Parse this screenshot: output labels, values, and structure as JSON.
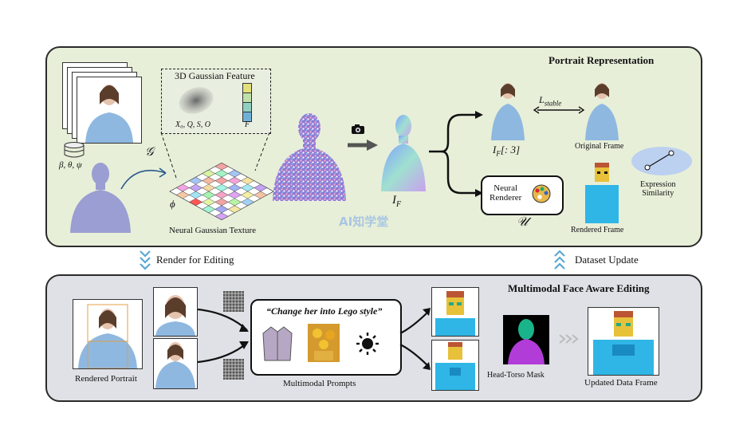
{
  "top_panel": {
    "title": "Portrait Representation",
    "params_label": "β, θ, ψ",
    "g_symbol": "𝒢",
    "gaussian_feature_title": "3D Gaussian Feature",
    "gaussian_feature_vars": "X₀, Q, S, O",
    "feature_symbol": "F",
    "phi_symbol": "ϕ",
    "texture_label": "Neural Gaussian Texture",
    "render_output_symbol": "I_F",
    "stable_loss": "L_stable",
    "subset_label": "I_F[: 3]",
    "original_frame_label": "Original Frame",
    "expression_label_line1": "Expression",
    "expression_label_line2": "Similarity",
    "neural_renderer_line1": "Neural",
    "neural_renderer_line2": "Renderer",
    "u_symbol": "𝒰",
    "rendered_frame_label": "Rendered Frame",
    "watermark": "AI知学堂"
  },
  "between": {
    "render_for_editing": "Render for Editing",
    "dataset_update": "Dataset Update"
  },
  "bottom_panel": {
    "title": "Multimodal Face Aware Editing",
    "rendered_portrait_label": "Rendered Portrait",
    "prompt_text": "“Change her into Lego style”",
    "multimodal_prompts_label": "Multimodal Prompts",
    "mask_label": "Head-Torso Mask",
    "updated_frame_label": "Updated Data Frame"
  },
  "colors": {
    "top_bg": "#e7efd9",
    "bottom_bg": "#dfe1e6",
    "shirt_blue": "#8fb8e0",
    "lego_yellow": "#e8c13a",
    "lego_cyan": "#2fb6e6",
    "mask_green": "#19b48a",
    "mask_purple": "#b13cd8",
    "arrow_blue": "#5aa9d6"
  }
}
